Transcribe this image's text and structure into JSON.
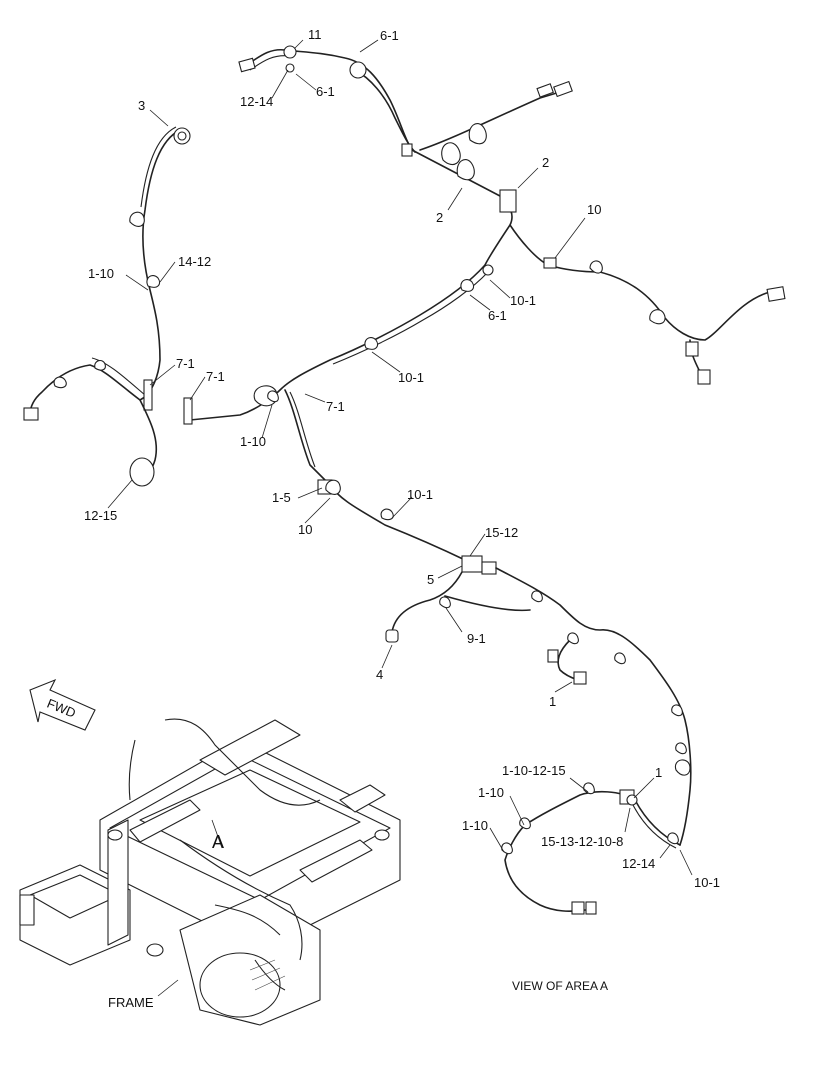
{
  "callouts": [
    "11",
    "6-1",
    "12-14",
    "6-1",
    "3",
    "2",
    "2",
    "10",
    "1-10",
    "14-12",
    "10-1",
    "6-1",
    "7-1",
    "7-1",
    "10-1",
    "7-1",
    "1-10",
    "12-15",
    "1-5",
    "10",
    "10-1",
    "15-12",
    "5",
    "9-1",
    "4",
    "1",
    "1-10-12-15",
    "1-10",
    "1-10",
    "1",
    "15-13-12-10-8",
    "12-14",
    "10-1"
  ],
  "fwd_label": "FWD",
  "area_marker": "A",
  "frame_label": "FRAME",
  "view_caption": "VIEW OF AREA  A"
}
